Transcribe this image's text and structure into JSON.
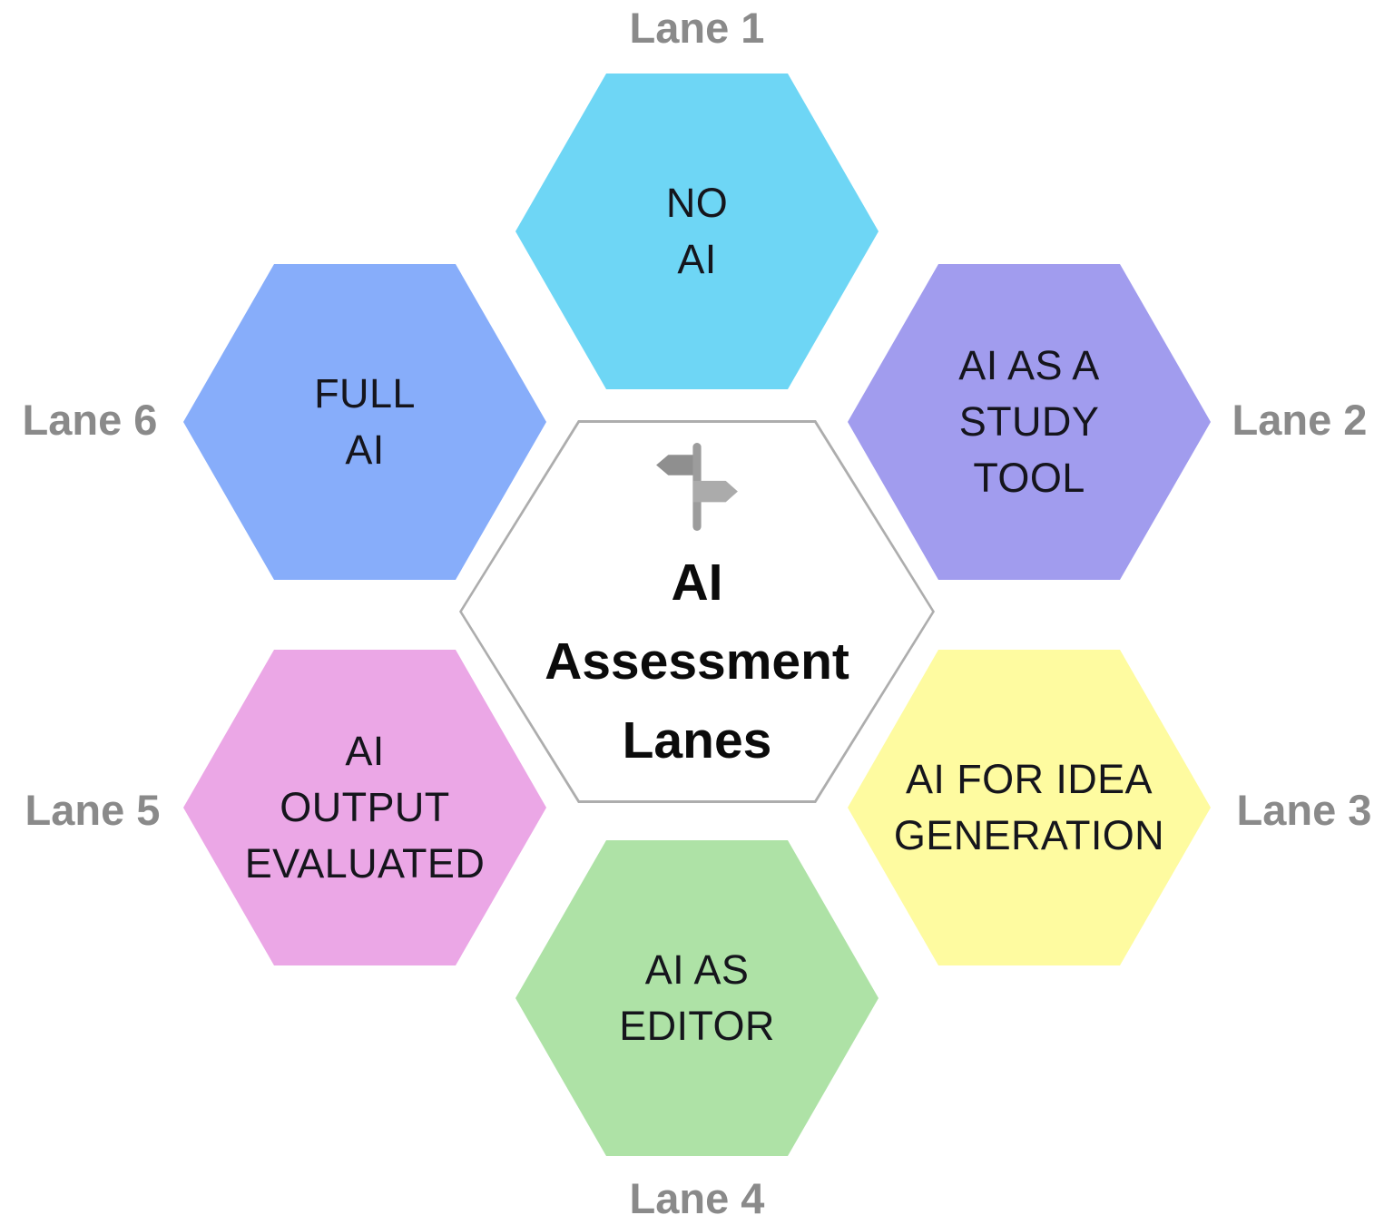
{
  "center": {
    "title": "AI\nAssessment\nLanes",
    "fill": "#ffffff",
    "border_color": "#adadad",
    "icon": {
      "name": "signpost-icon",
      "pole_color": "#9c9c9c",
      "left_sign_color": "#8f8f8f",
      "right_sign_color": "#ababab"
    }
  },
  "lanes": [
    {
      "label": "Lane 1",
      "text": "NO\nAI",
      "color": "#6ed6f5",
      "label_position": "top"
    },
    {
      "label": "Lane 2",
      "text": "AI AS A\nSTUDY\nTOOL",
      "color": "#a19cee",
      "label_position": "right"
    },
    {
      "label": "Lane 3",
      "text": "AI FOR IDEA\nGENERATION",
      "color": "#fefba0",
      "label_position": "right"
    },
    {
      "label": "Lane 4",
      "text": "AI AS\nEDITOR",
      "color": "#aee2a6",
      "label_position": "bottom"
    },
    {
      "label": "Lane 5",
      "text": "AI\nOUTPUT\nEVALUATED",
      "color": "#eba7e6",
      "label_position": "left"
    },
    {
      "label": "Lane 6",
      "text": "FULL\nAI",
      "color": "#87adfa",
      "label_position": "left"
    }
  ],
  "label_color": "#8a8a8a",
  "background": "#ffffff"
}
